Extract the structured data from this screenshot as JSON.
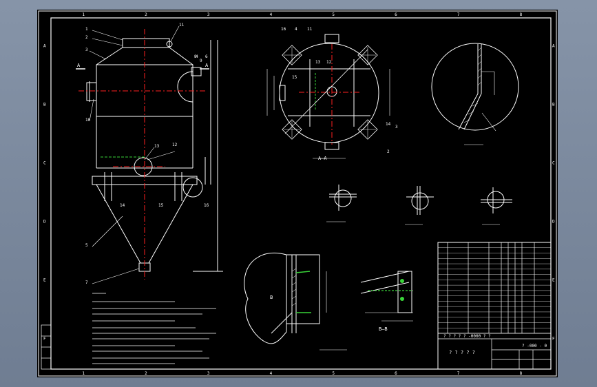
{
  "border": {
    "top_zones": [
      "1",
      "2",
      "3",
      "4",
      "5",
      "6",
      "7",
      "8"
    ],
    "bottom_zones": [
      "1",
      "2",
      "3",
      "4",
      "5",
      "6",
      "7",
      "8"
    ],
    "left_rows": [
      "A",
      "B",
      "C",
      "D",
      "E",
      "F"
    ],
    "right_rows": [
      "A",
      "B",
      "C",
      "D",
      "E",
      "F"
    ]
  },
  "main_view": {
    "section_marks": {
      "left": "A",
      "right": "A"
    },
    "labels": [
      "1",
      "2",
      "3",
      "4",
      "5",
      "6",
      "7",
      "8",
      "9",
      "10",
      "11",
      "12",
      "13",
      "14",
      "15",
      "16"
    ]
  },
  "top_view": {
    "caption": "A—A",
    "labels": [
      "16",
      "4",
      "11",
      "13",
      "12",
      "15",
      "14",
      "3",
      "2"
    ]
  },
  "detail_views": {
    "section_caption": "B—B",
    "mark": "B"
  },
  "title_block": {
    "question_row": "?   ?   ?   ?   ?  -0000 ? ?",
    "name_placeholder": "? ? ? ? ?",
    "sheet_no": "? -000 - 0"
  },
  "colors": {
    "background": "#000000",
    "lines": "#ffffff",
    "centerline": "#ff2020",
    "hatch_green": "#39d439",
    "viewer_bg": "#7f8da0"
  }
}
